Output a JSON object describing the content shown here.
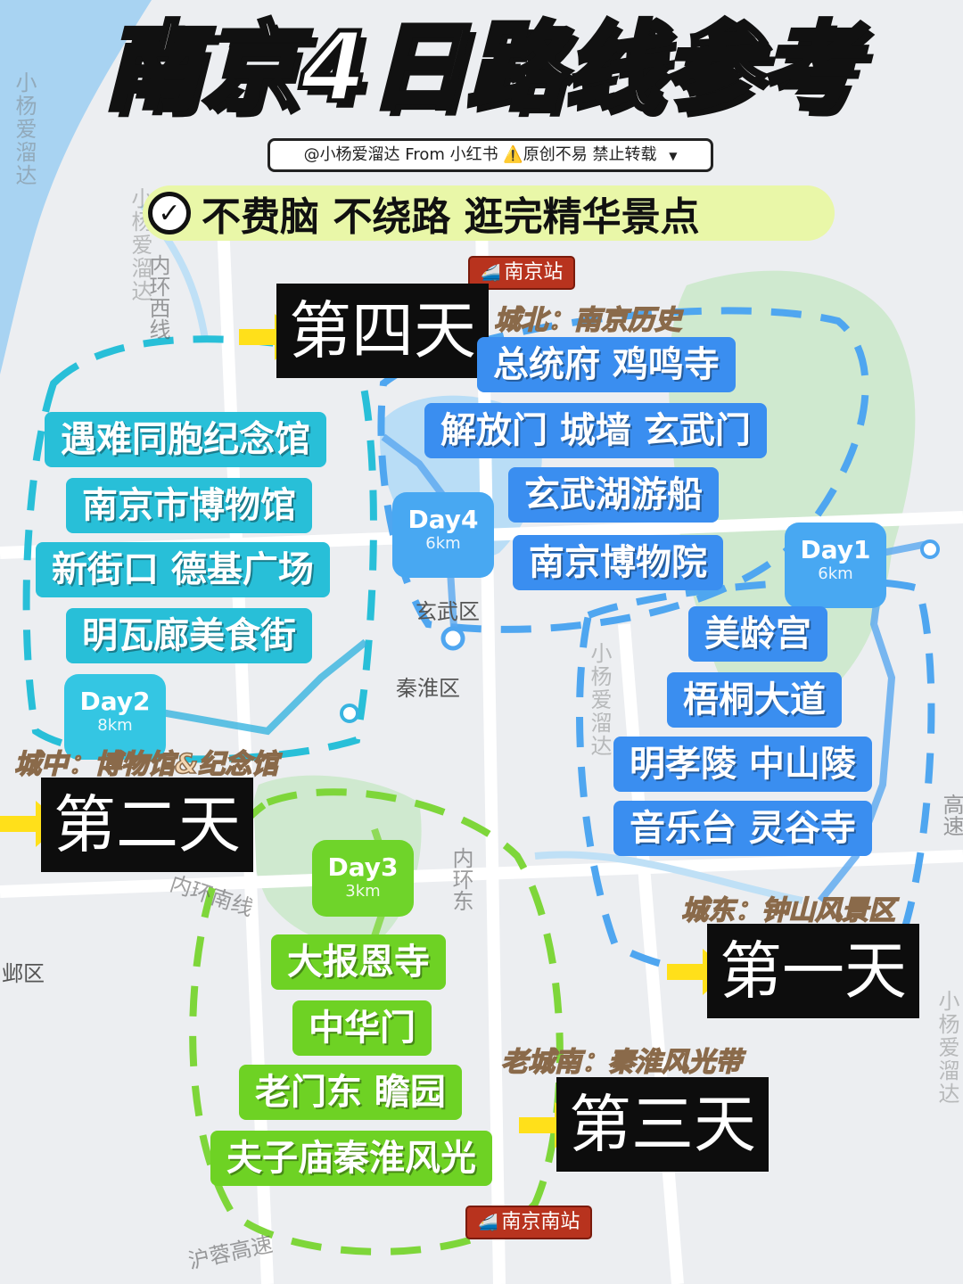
{
  "title": "南京4日路线参考",
  "credit": "@小杨爱溜达 From 小红书 ⚠️原创不易 禁止转载",
  "tagline": "不费脑 不绕路 逛完精华景点",
  "stations": {
    "north": "南京站",
    "south": "南京南站"
  },
  "districts": [
    "玄武区",
    "秦淮区",
    "邺区"
  ],
  "roads": [
    "内环西线",
    "内环南线",
    "内环东",
    "沪蓉高速",
    "高速"
  ],
  "watermark": "小杨爱溜达",
  "days": [
    {
      "badge_day": "Day1",
      "badge_km": "6km",
      "label": "第一天",
      "region": "城东：钟山风景区",
      "color": "#3a8ef0",
      "spots": [
        "美龄宫",
        "梧桐大道",
        "明孝陵 中山陵",
        "音乐台 灵谷寺"
      ]
    },
    {
      "badge_day": "Day2",
      "badge_km": "8km",
      "label": "第二天",
      "region": "城中：博物馆&纪念馆",
      "color": "#28bfd8",
      "spots": [
        "遇难同胞纪念馆",
        "南京市博物馆",
        "新街口 德基广场",
        "明瓦廊美食街"
      ]
    },
    {
      "badge_day": "Day3",
      "badge_km": "3km",
      "label": "第三天",
      "region": "老城南：秦淮风光带",
      "color": "#6ed224",
      "spots": [
        "大报恩寺",
        "中华门",
        "老门东 瞻园",
        "夫子庙秦淮风光"
      ]
    },
    {
      "badge_day": "Day4",
      "badge_km": "6km",
      "label": "第四天",
      "region": "城北：南京历史",
      "color": "#3a8ef0",
      "spots": [
        "总统府 鸡鸣寺",
        "解放门 城墙 玄武门",
        "玄武湖游船",
        "南京博物院"
      ]
    }
  ],
  "icons": {
    "check": "check-circle-icon",
    "train": "train-icon",
    "arrow": "arrow-right-icon",
    "dropdown": "caret-down-icon"
  }
}
